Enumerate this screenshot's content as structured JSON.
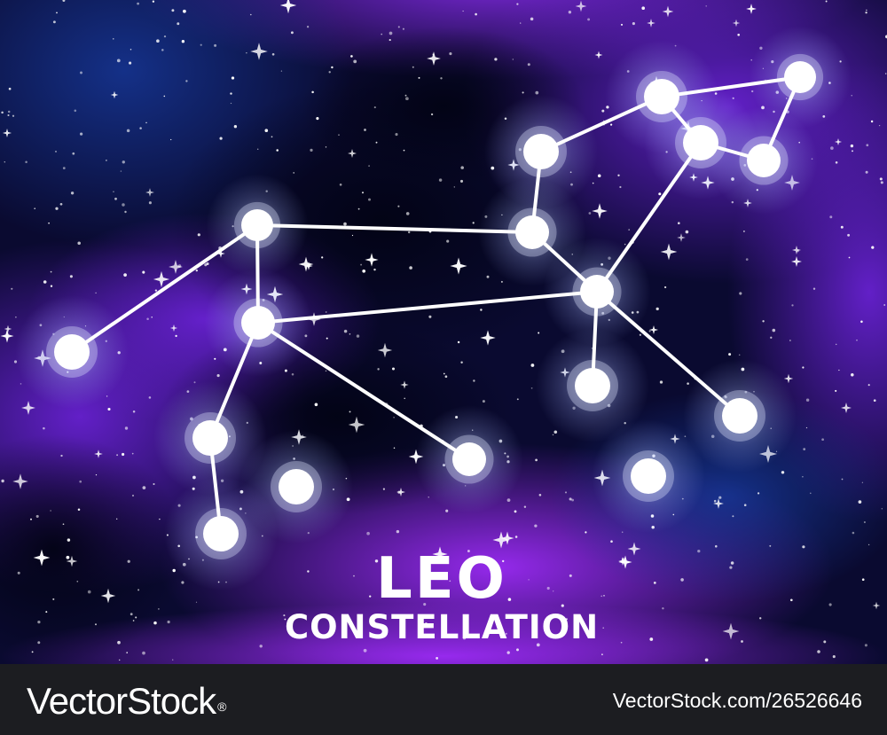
{
  "title": {
    "main": "LEO",
    "subtitle": "CONSTELLATION"
  },
  "footer": {
    "logo_text": "VectorStock",
    "logo_mark": "®",
    "url": "VectorStock.com/26526646"
  },
  "colors": {
    "sky_deep": "#050724",
    "nebula_violet": "#7a1de0",
    "nebula_blue": "#12308a",
    "star_white": "#ffffff",
    "star_glow": "#b9c8ff",
    "footer_bg": "#1c1d21"
  },
  "constellation": {
    "name": "Leo",
    "stars": [
      {
        "id": "s1",
        "label": "star-upper-right"
      },
      {
        "id": "s2",
        "label": "star-upper-mid"
      },
      {
        "id": "s3",
        "label": "star-head-inner"
      },
      {
        "id": "s4",
        "label": "star-head-lower"
      },
      {
        "id": "s5",
        "label": "star-neck-top"
      },
      {
        "id": "s6",
        "label": "star-neck"
      },
      {
        "id": "s7",
        "label": "star-chest"
      },
      {
        "id": "s8",
        "label": "star-back"
      },
      {
        "id": "s9",
        "label": "star-hip"
      },
      {
        "id": "s10",
        "label": "star-tail"
      },
      {
        "id": "s11",
        "label": "star-hind-leg-upper"
      },
      {
        "id": "s12",
        "label": "star-hind-leg-lower"
      },
      {
        "id": "s13",
        "label": "star-belly"
      },
      {
        "id": "s14",
        "label": "star-front-leg"
      },
      {
        "id": "s15",
        "label": "star-front-paw"
      },
      {
        "id": "s16",
        "label": "star-loose-left"
      },
      {
        "id": "s17",
        "label": "star-loose-right"
      }
    ],
    "lines": [
      [
        "s10",
        "s8"
      ],
      [
        "s8",
        "s9"
      ],
      [
        "s8",
        "s6"
      ],
      [
        "s9",
        "s7"
      ],
      [
        "s9",
        "s11"
      ],
      [
        "s11",
        "s12"
      ],
      [
        "s9",
        "s13"
      ],
      [
        "s6",
        "s5"
      ],
      [
        "s5",
        "s2"
      ],
      [
        "s2",
        "s1"
      ],
      [
        "s1",
        "s4"
      ],
      [
        "s4",
        "s3"
      ],
      [
        "s3",
        "s2"
      ],
      [
        "s3",
        "s7"
      ],
      [
        "s6",
        "s7"
      ],
      [
        "s7",
        "s14"
      ],
      [
        "s7",
        "s15"
      ]
    ]
  }
}
